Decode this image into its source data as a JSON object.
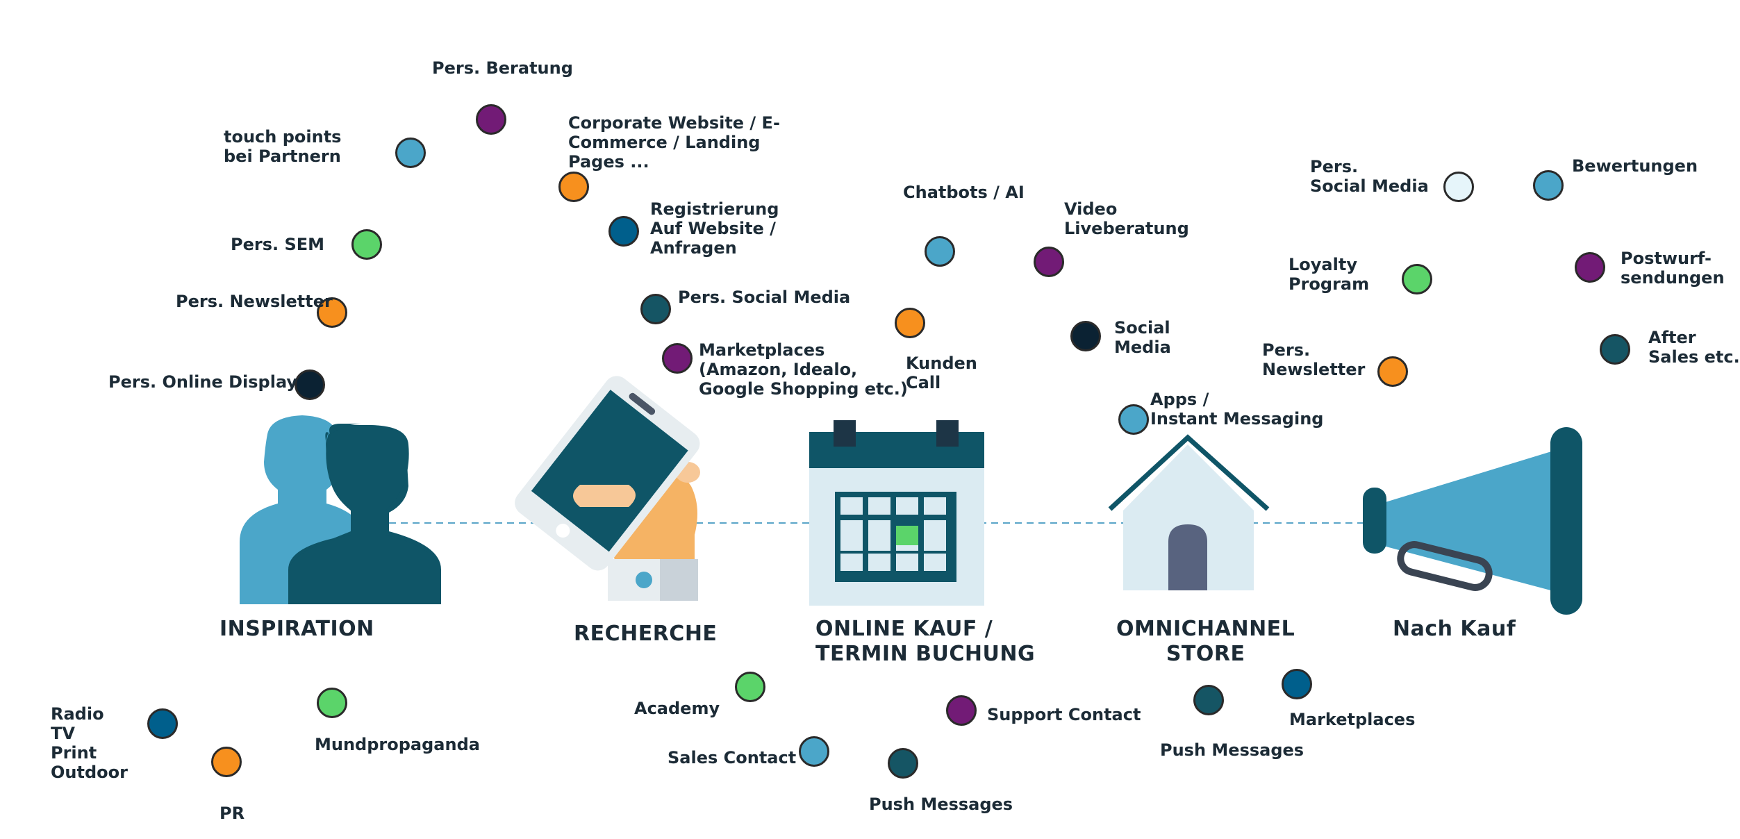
{
  "colors": {
    "purple": "#721b76",
    "teal_light": "#4ba6c9",
    "orange": "#f7901e",
    "blue": "#005f8c",
    "dark_teal": "#155564",
    "green": "#5bd46a",
    "navy": "#0b2233",
    "pale": "#e6f5fa",
    "dark_slate": "#0f5567",
    "gray_house": "#dbebf2",
    "door": "#58637f"
  },
  "icons": {
    "inspiration": "people-icon",
    "recherche": "hand-phone-icon",
    "online_kauf": "calendar-icon",
    "omnichannel": "house-icon",
    "nach_kauf": "megaphone-icon"
  },
  "stages": {
    "inspiration": "INSPIRATION",
    "recherche": "RECHERCHE",
    "online_kauf": "ONLINE KAUF /\nTERMIN BUCHUNG",
    "omnichannel": "OMNICHANNEL\nSTORE",
    "nach_kauf": "Nach Kauf"
  },
  "touchpoints": {
    "pers_beratung": "Pers. Beratung",
    "touch_points_partner": "touch points\nbei Partnern",
    "corporate_website": "Corporate Website / E-\nCommerce / Landing\nPages ...",
    "registrierung": "Registrierung\nAuf Website /\nAnfragen",
    "pers_sem": "Pers. SEM",
    "pers_newsletter": "Pers. Newsletter",
    "pers_online_display": "Pers. Online Display",
    "pers_social_media": "Pers. Social Media",
    "marketplaces_long": "Marketplaces\n(Amazon, Idealo,\nGoogle Shopping etc.)",
    "chatbots": "Chatbots / AI",
    "video": "Video\nLiveberatung",
    "kunden_call": "Kunden\nCall",
    "social_media": "Social\nMedia",
    "apps": "Apps /\nInstant Messaging",
    "pers_social_media_2": "Pers.\nSocial Media",
    "bewertungen": "Bewertungen",
    "loyalty": "Loyalty\nProgram",
    "postwurf": "Postwurf-\nsendungen",
    "pers_newsletter_2": "Pers.\nNewsletter",
    "after_sales": "After\nSales etc.",
    "radio": "Radio\nTV\nPrint\nOutdoor",
    "mundpropaganda": "Mundpropaganda",
    "pr": "PR",
    "academy": "Academy",
    "sales_contact": "Sales Contact",
    "push_messages": "Push Messages",
    "support_contact": "Support Contact",
    "push_messages_2": "Push Messages",
    "marketplaces": "Marketplaces"
  }
}
